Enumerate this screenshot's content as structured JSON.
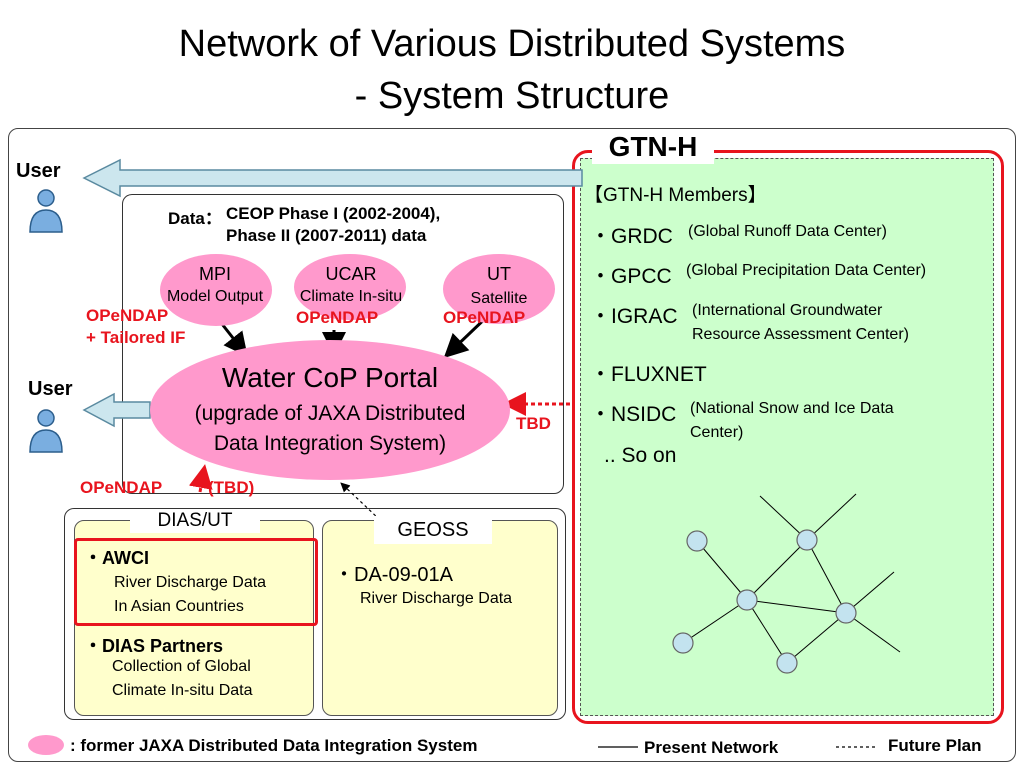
{
  "title": {
    "line1": "Network of Various Distributed Systems",
    "line2": "- System Structure"
  },
  "users": {
    "top": "User",
    "middle": "User"
  },
  "data_panel": {
    "heading_prefix": "Data：",
    "heading_line1": "CEOP Phase I (2002-2004),",
    "heading_line2": "Phase II (2007-2011) data",
    "sources": [
      {
        "name": "MPI",
        "desc": "Model Output",
        "protocol": "OPeNDAP"
      },
      {
        "name": "UCAR",
        "desc": "Climate In-situ",
        "protocol": "OPeNDAP"
      },
      {
        "name": "UT",
        "desc": "Satellite",
        "protocol": "OPeNDAP"
      }
    ],
    "mpi_protocol_line1": "OPeNDAP",
    "mpi_protocol_line2": "+ Tailored IF"
  },
  "portal": {
    "title": "Water CoP Portal",
    "line2": "(upgrade of JAXA Distributed",
    "line3": "Data Integration System)",
    "tbd_right": "TBD",
    "bottom_protocol": "OPeNDAP",
    "bottom_tbd": "(TBD)"
  },
  "dias": {
    "label": "DIAS/UT",
    "awci_title": "・AWCI",
    "awci_line1": "River Discharge Data",
    "awci_line2": "In Asian Countries",
    "partners_title": "・DIAS Partners",
    "partners_line1": "Collection of Global",
    "partners_line2": "Climate In-situ Data"
  },
  "geoss": {
    "label": "GEOSS",
    "item_title": "・DA-09-01A",
    "item_desc": "River Discharge Data"
  },
  "gtnh": {
    "label": "GTN-H",
    "members_heading": "【GTN-H Members】",
    "members": [
      {
        "abbr": "・GRDC",
        "desc1": "(Global Runoff Data Center)",
        "desc2": ""
      },
      {
        "abbr": "・GPCC",
        "desc1": "(Global Precipitation Data Center)",
        "desc2": ""
      },
      {
        "abbr": "・IGRAC",
        "desc1": "(International Groundwater",
        "desc2": "Resource Assessment Center)"
      },
      {
        "abbr": "・FLUXNET",
        "desc1": "",
        "desc2": ""
      },
      {
        "abbr": "・NSIDC",
        "desc1": "(National Snow and Ice Data",
        "desc2": "Center)"
      }
    ],
    "so_on": ".. So on"
  },
  "legend": {
    "former": ": former JAXA Distributed Data Integration System",
    "present": "Present Network",
    "future": "Future Plan"
  },
  "colors": {
    "pink": "#ff99cc",
    "red": "#e8141e",
    "gtn_green": "#ccffcc",
    "dias_yellow": "#ffffcc",
    "arrow_blue": "#cce6ee",
    "node_blue": "#c3e3ef"
  }
}
